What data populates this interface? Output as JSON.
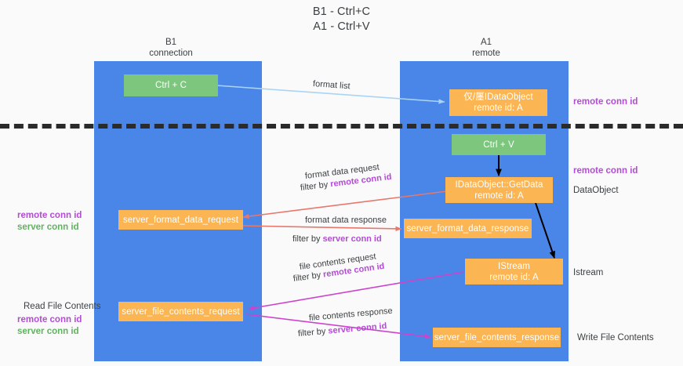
{
  "title": {
    "line1": "B1 - Ctrl+C",
    "line2": "A1 - Ctrl+V"
  },
  "columns": {
    "left": {
      "name": "B1",
      "role": "connection"
    },
    "right": {
      "name": "A1",
      "role": "remote"
    }
  },
  "colors": {
    "lane": "#4a86e8",
    "green_node": "#7dc67d",
    "orange_node": "#fbb552",
    "purple_text": "#b44bd6",
    "green_text": "#5fb35f",
    "divider": "#2b2b2b",
    "arrow_blue": "#a9d4f5",
    "arrow_red": "#e8776c",
    "arrow_magenta": "#cc44cc",
    "arrow_black": "#000000"
  },
  "nodes": {
    "ctrl_c": {
      "label": "Ctrl + C"
    },
    "ctrl_v": {
      "label": "Ctrl + V"
    },
    "idataobject_remote": {
      "line1": "仅/㕓IDataObject",
      "line2": "remote id: A"
    },
    "getdata": {
      "line1": "IDataObject::GetData",
      "line2": "remote id: A"
    },
    "istream": {
      "line1": "IStream",
      "line2": "remote id: A"
    },
    "server_format_data_request": {
      "label": "server_format_data_request"
    },
    "server_format_data_response": {
      "label": "server_format_data_response"
    },
    "server_file_contents_request": {
      "label": "server_file_contents_request"
    },
    "server_file_contents_response": {
      "label": "server_file_contents_response"
    }
  },
  "edge_labels": {
    "format_list": "format list",
    "format_data_request": "format data request",
    "format_data_request_filter_prefix": "filter by ",
    "format_data_request_filter_key": "remote conn id",
    "format_data_response": "format data response",
    "format_data_response_filter_prefix": "filter by ",
    "format_data_response_filter_key": "server conn id",
    "file_contents_request": "file contents request",
    "file_contents_request_filter_prefix": "filter by ",
    "file_contents_request_filter_key": "remote conn id",
    "file_contents_response": "file contents response",
    "file_contents_response_filter_prefix": "filter by ",
    "file_contents_response_filter_key": "server conn id"
  },
  "left_labels": {
    "mid_remote_conn_id": "remote conn id",
    "mid_server_conn_id": "server conn id",
    "read_file_contents": "Read File Contents",
    "bottom_remote_conn_id": "remote conn id",
    "bottom_server_conn_id": "server conn id"
  },
  "right_labels": {
    "top_remote_conn_id": "remote conn id",
    "mid_remote_conn_id": "remote conn id",
    "dataobject": "DataObject",
    "istream": "Istream",
    "write_file_contents": "Write File Contents"
  }
}
